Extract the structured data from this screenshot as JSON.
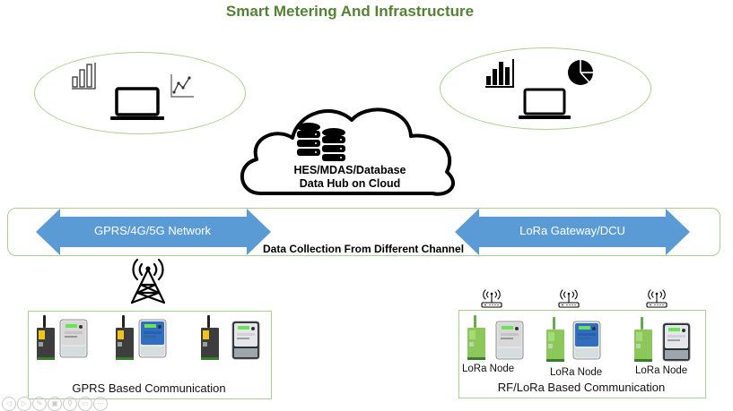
{
  "title": "Smart Metering And Infrastructure",
  "cloud": {
    "line1": "HES/MDAS/Database",
    "line2": "Data Hub on Cloud",
    "icon": "database-icon"
  },
  "left_cluster": {
    "icons": [
      "bar-chart-icon",
      "laptop-icon",
      "line-chart-icon"
    ]
  },
  "right_cluster": {
    "icons": [
      "bar-chart-icon",
      "laptop-icon",
      "pie-chart-icon"
    ]
  },
  "network_band": {
    "left_arrow_label": "GPRS/4G/5G Network",
    "right_arrow_label": "LoRa Gateway/DCU",
    "center_label": "Data Collection From Different Channel"
  },
  "gprs_group": {
    "label": "GPRS Based Communication",
    "tower_icon": "cell-tower-icon",
    "devices": [
      {
        "modem": "gprs-modem",
        "meter": "three-phase-meter-grey"
      },
      {
        "modem": "gprs-modem",
        "meter": "three-phase-meter-blue"
      },
      {
        "modem": "gprs-modem",
        "meter": "three-phase-meter-dark"
      }
    ]
  },
  "lora_group": {
    "label": "RF/LoRa Based Communication",
    "nodes": [
      {
        "label": "LoRa Node",
        "meter": "three-phase-meter-grey"
      },
      {
        "label": "LoRa Node",
        "meter": "three-phase-meter-blue"
      },
      {
        "label": "LoRa Node",
        "meter": "three-phase-meter-dark"
      }
    ]
  },
  "colors": {
    "title": "#548235",
    "outline_green": "#a9d18e",
    "arrow_blue": "#5b9bd5",
    "lora_green": "#8cc75a"
  },
  "slide_toolbar": [
    "previous-icon",
    "next-icon",
    "pen-icon",
    "slides-icon",
    "zoom-icon",
    "subtitle-icon",
    "more-icon"
  ]
}
